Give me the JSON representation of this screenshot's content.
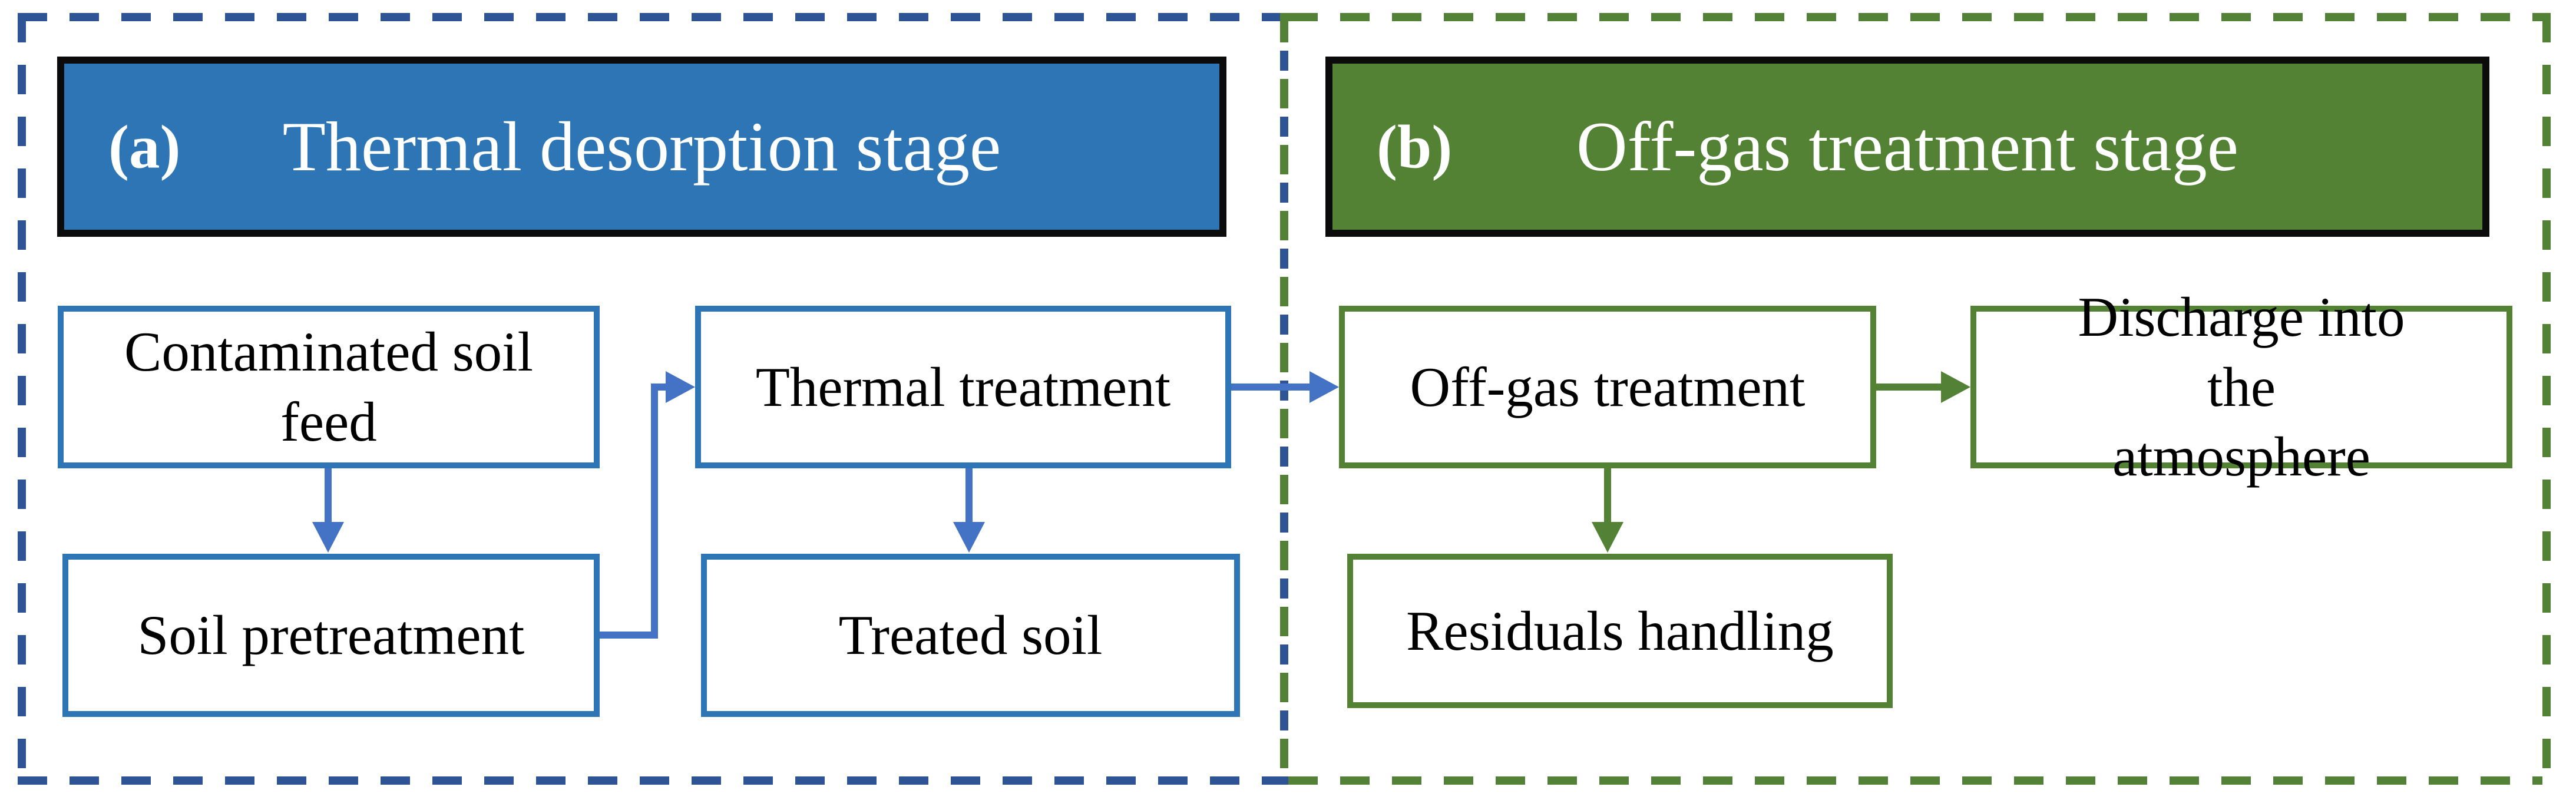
{
  "figure": {
    "background": "#ffffff",
    "text_color": "#000000",
    "header_text_color": "#ffffff",
    "stage_a": {
      "tag": "(a)",
      "title": "Thermal desorption stage",
      "header_fill": "#2E75B6",
      "header_border": "#0b0b0b",
      "dashed_border_color": "#2F5496",
      "box_border_color": "#2E75B6",
      "arrow_color": "#4472C4",
      "nodes": {
        "contaminated_soil_feed": "Contaminated soil feed",
        "soil_pretreatment": "Soil pretreatment",
        "thermal_treatment": "Thermal treatment",
        "treated_soil": "Treated soil"
      }
    },
    "stage_b": {
      "tag": "(b)",
      "title": "Off-gas treatment stage",
      "header_fill": "#548235",
      "header_border": "#0b0b0b",
      "dashed_border_color": "#538135",
      "box_border_color": "#548235",
      "arrow_color": "#538135",
      "nodes": {
        "off_gas_treatment": "Off-gas treatment",
        "discharge_into_the_atmosphere": "Discharge into the atmosphere",
        "residuals_handling": "Residuals handling"
      }
    },
    "edges": [
      {
        "from": "Contaminated soil feed",
        "to": "Soil pretreatment",
        "color": "#4472C4"
      },
      {
        "from": "Soil pretreatment",
        "to": "Thermal treatment",
        "color": "#4472C4"
      },
      {
        "from": "Thermal treatment",
        "to": "Treated soil",
        "color": "#4472C4"
      },
      {
        "from": "Thermal treatment",
        "to": "Off-gas treatment",
        "color": "#4472C4"
      },
      {
        "from": "Off-gas treatment",
        "to": "Discharge into the atmosphere",
        "color": "#538135"
      },
      {
        "from": "Off-gas treatment",
        "to": "Residuals handling",
        "color": "#538135"
      }
    ]
  }
}
